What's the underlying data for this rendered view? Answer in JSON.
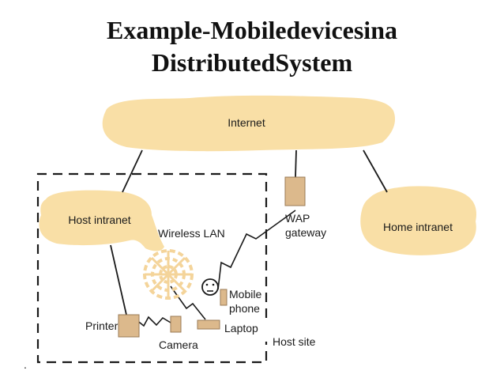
{
  "slide": {
    "title_line1": "Example-Mobiledevicesina",
    "title_line2": "DistributedSystem",
    "footnote": "."
  },
  "diagram": {
    "nodes": {
      "internet": "Internet",
      "host_intranet": "Host intranet",
      "home_intranet": "Home intranet",
      "wireless_lan": "Wireless LAN",
      "wap_gateway_line1": "WAP",
      "wap_gateway_line2": "gateway",
      "mobile_phone_line1": "Mobile",
      "mobile_phone_line2": "phone",
      "printer": "Printer",
      "camera": "Camera",
      "laptop": "Laptop",
      "host_site": "Host site"
    },
    "colors": {
      "cloud_fill": "#f9dfa6",
      "device_fill": "#dcb98c",
      "line": "#1a1a1a"
    }
  }
}
